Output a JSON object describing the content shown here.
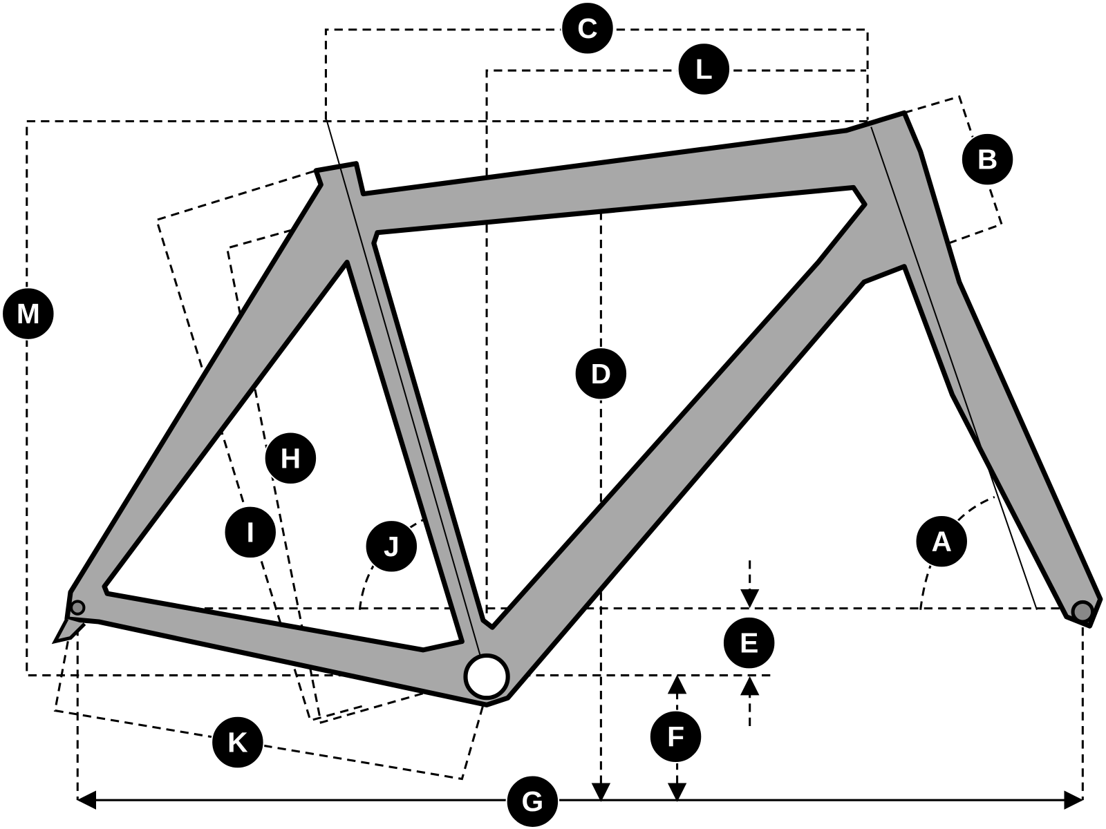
{
  "diagram": {
    "type": "bicycle-frame-geometry",
    "labels": {
      "A": "A",
      "B": "B",
      "C": "C",
      "D": "D",
      "E": "E",
      "F": "F",
      "G": "G",
      "H": "H",
      "I": "I",
      "J": "J",
      "K": "K",
      "L": "L",
      "M": "M"
    },
    "colors": {
      "frame": "#a8a8a8",
      "outline": "#000000",
      "badge": "#000000",
      "badge_text": "#ffffff"
    }
  }
}
